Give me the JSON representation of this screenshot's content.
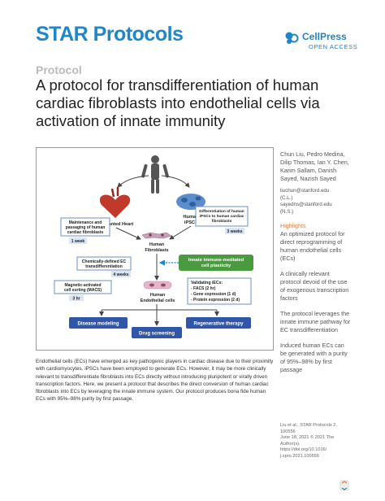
{
  "header": {
    "journal_name": "STAR Protocols",
    "publisher_name": "CellPress",
    "open_access": "OPEN ACCESS"
  },
  "article": {
    "section_label": "Protocol",
    "title": "A protocol for transdifferentiation of human cardiac fibroblasts into endothelial cells via activation of innate immunity"
  },
  "graphical_abstract": {
    "explanted_heart": "Explanted Heart",
    "human_ipscs": "Human iPSCs",
    "maintenance_line1": "Maintenance and",
    "maintenance_line2": "passaging of human",
    "maintenance_line3": "cardiac fibroblasts",
    "one_week": "1 week",
    "differentiation_line1": "Differentiation of human",
    "differentiation_line2": "iPSCs to human cardiac",
    "differentiation_line3": "fibroblasts",
    "three_weeks": "3 weeks",
    "human_fibroblasts_line1": "Human",
    "human_fibroblasts_line2": "Fibroblasts",
    "chem_line1": "Chemically-defined EC",
    "chem_line2": "transdifferentiation",
    "four_weeks": "4 weeks",
    "innate_line1": "Innate immune-mediated",
    "innate_line2": "cell plasticity",
    "macs_line1": "Magnetic-activated",
    "macs_line2": "cell sorting (MACS)",
    "three_hr": "3 hr",
    "human_ecs_line1": "Human",
    "human_ecs_line2": "Endothelial cells",
    "validating_title": "Validating iECs:",
    "validating_item1": "- FACS (2 hr)",
    "validating_item2": "- Gene expression (1 d)",
    "validating_item3": "- Protein expression (2 d)",
    "disease_modeling": "Disease modeling",
    "drug_screening": "Drug screening",
    "regenerative_therapy": "Regenerative therapy"
  },
  "caption": "Endothelial cells (ECs) have emerged as key pathogenic players in cardiac disease due to their proximity with cardiomyocytes. iPSCs have been employed to generate ECs. However, it may be more clinically relevant to transdifferentiate fibroblasts into ECs directly without introducing pluripotent or virally driven transcription factors. Here, we present a protocol that describes the direct conversion of human cardiac fibroblasts into ECs by leveraging the innate immune system. Our protocol produces bona fide human ECs with 95%–98% purity by first passage.",
  "sidebar": {
    "authors": "Chun Liu, Pedro Medina, Dilip Thomas, Ian Y. Chen, Karim Sallam, Danish Sayed, Nazish Sayed",
    "email1": "liuchun@stanford.edu",
    "email1_initials": "(C.L.)",
    "email2": "sayedns@stanford.edu",
    "email2_initials": "(N.S.)",
    "highlights_heading": "Highlights",
    "highlights": [
      "An optimized protocol for direct reprogramming of human endothelial cells (ECs)",
      "A clinically relevant protocol devoid of the use of exogenous transcription factors",
      "The protocol leverages the innate immune pathway for EC transdifferentiation",
      "Induced human ECs can be generated with a purity of 95%–98% by first passage"
    ]
  },
  "citation": {
    "line1": "Liu et al., STAR Protocols 2,",
    "line2": "100556",
    "line3": "June 18, 2021 © 2021 The",
    "line4": "Author(s).",
    "line5": "https://doi.org/10.1016/",
    "line6": "j.xpro.2021.100556"
  },
  "colors": {
    "brand_blue": "#1f86c8",
    "highlight_orange": "#e8792f",
    "immune_green": "#4a9a3f",
    "outcome_blue": "#2f56a8"
  },
  "icons": [
    "human-figure-icon",
    "heart-icon",
    "ipsc-cells-icon",
    "fibroblast-cells-icon",
    "endothelial-cells-icon",
    "cellpress-logo-icon",
    "check-for-updates-icon"
  ]
}
